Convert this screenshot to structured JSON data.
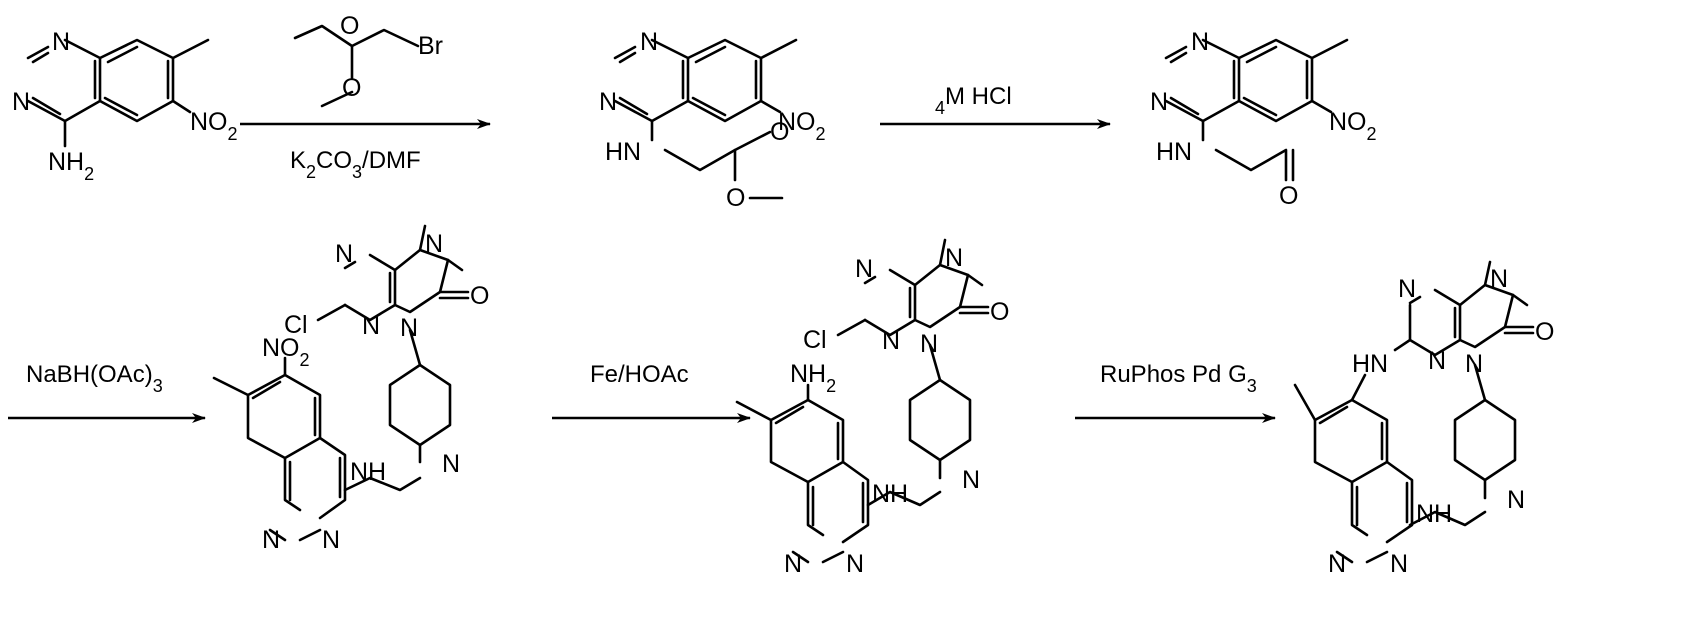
{
  "reagents": {
    "step1_bromide": "Br",
    "step1_cond": "K2CO3/DMF",
    "step2": "4M HCl",
    "step3": "NaBH(OAc)3",
    "step4": "Fe/HOAc",
    "step5": "RuPhos Pd G3"
  },
  "atoms": {
    "N": "N",
    "NH2": "NH2",
    "NO2": "NO2",
    "HN": "HN",
    "NH": "NH",
    "O": "O",
    "Cl": "Cl",
    "two": "2",
    "three": "3"
  },
  "colors": {
    "ink": "#000000",
    "background": "#ffffff"
  }
}
